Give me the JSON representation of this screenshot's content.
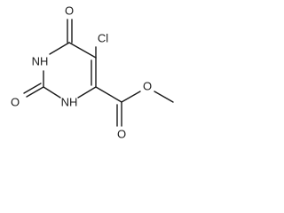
{
  "molecule": {
    "atoms": {
      "cl": "Cl",
      "o_top": "O",
      "o_left": "O",
      "o_ester_carbonyl": "O",
      "o_ester_ether": "O",
      "nh_top": "NH",
      "nh_bottom": "NH"
    },
    "colors": {
      "bond": "#1a1a1a",
      "background": "#ffffff"
    }
  }
}
